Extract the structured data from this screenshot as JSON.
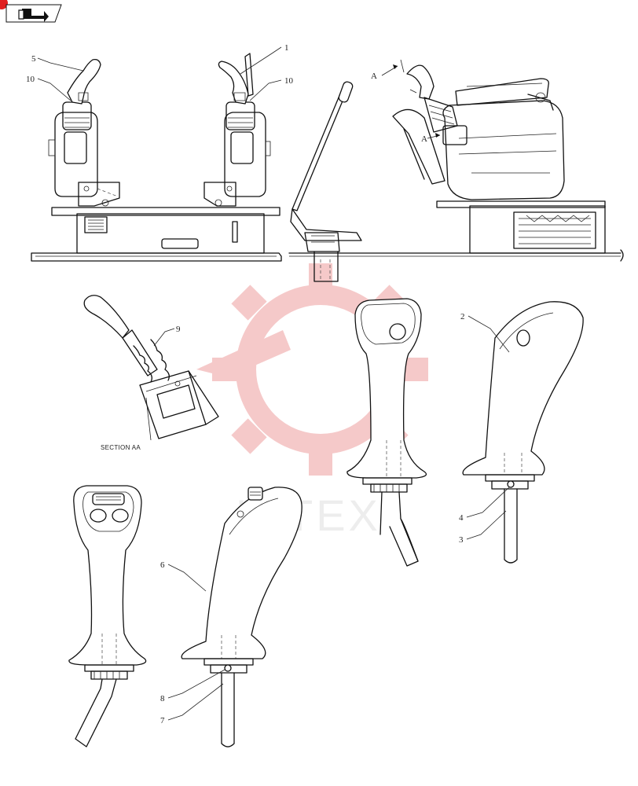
{
  "watermark": {
    "text": "HITEX",
    "color": "#f4c4c4"
  },
  "nav_badge": {
    "icon": "book-arrow-icon",
    "accent": "#e02020"
  },
  "section_label": "SECTION AA",
  "view_marks": {
    "view_a_top": "A",
    "view_a_bottom": "A"
  },
  "callouts": [
    {
      "id": "c5",
      "text": "5"
    },
    {
      "id": "c10l",
      "text": "10"
    },
    {
      "id": "c1",
      "text": "1"
    },
    {
      "id": "c10r",
      "text": "10"
    },
    {
      "id": "c9",
      "text": "9"
    },
    {
      "id": "c2",
      "text": "2"
    },
    {
      "id": "c4",
      "text": "4"
    },
    {
      "id": "c3",
      "text": "3"
    },
    {
      "id": "c6",
      "text": "6"
    },
    {
      "id": "c8",
      "text": "8"
    },
    {
      "id": "c7",
      "text": "7"
    }
  ]
}
